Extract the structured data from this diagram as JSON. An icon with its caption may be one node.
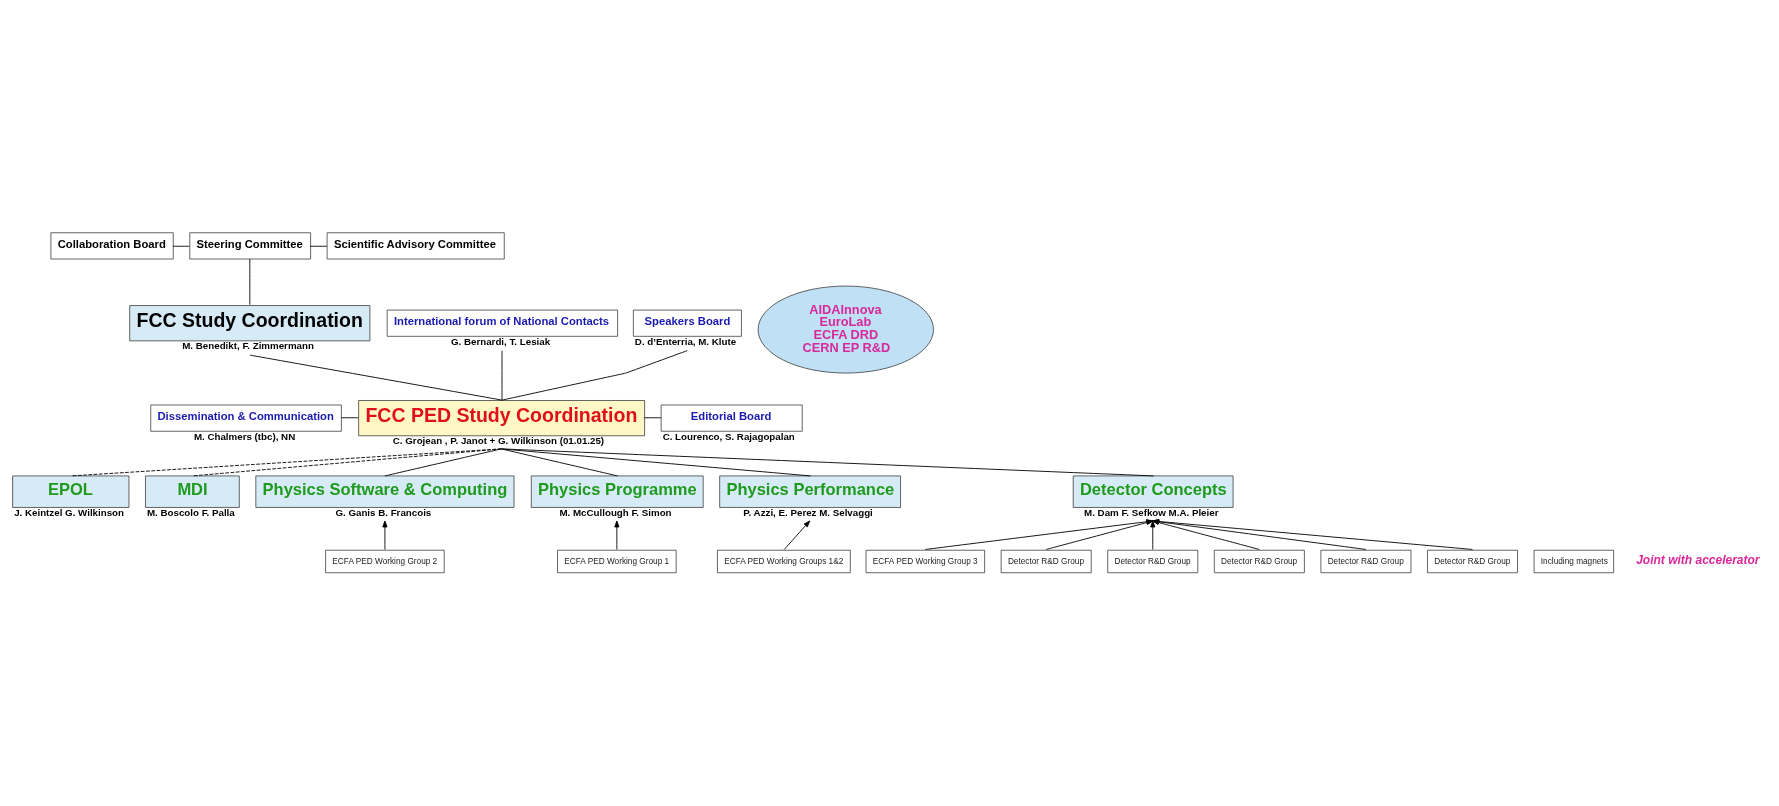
{
  "diagram": {
    "nodes": [
      {
        "text": [
          "Collaboration Board"
        ]
      },
      {
        "text": [
          "Steering Committee"
        ]
      },
      {
        "text": [
          "Scientific Advisory Committee"
        ]
      },
      {
        "text": [
          "FCC Study Coordination"
        ],
        "beside": [
          "M. Benedikt, F. Zimmermann"
        ]
      },
      {
        "text": [
          "International forum of National Contacts"
        ],
        "beside": [
          "G. Bernardi, T. Lesiak"
        ]
      },
      {
        "text": [
          "Dissemination & Communication"
        ],
        "beside": [
          "M. Chalmers (tbc), NN"
        ]
      },
      {
        "text": [
          "FCC PED Study Coordination"
        ],
        "beside": [
          "C. Grojean , P. Janot + G. Wilkinson (01.01.25)"
        ]
      },
      {
        "text": [
          "Speakers Board"
        ],
        "beside": [
          "D. d’Enterria, M. Klute"
        ]
      },
      {
        "text": [
          "Editorial Board"
        ],
        "beside": [
          "C. Lourenco, S. Rajagopalan"
        ]
      },
      {
        "text": [
          "AIDAInnova",
          "EuroLab",
          "ECFA DRD",
          "CERN EP R&D"
        ]
      },
      {
        "text": [
          "EPOL"
        ],
        "beside": [
          "J. Keintzel G. Wilkinson"
        ]
      },
      {
        "text": [
          "MDI"
        ],
        "beside": [
          "M. Boscolo F. Palla"
        ]
      },
      {
        "text": [
          "Physics Software & Computing"
        ],
        "beside": [
          "G. Ganis B. Francois"
        ]
      },
      {
        "text": [
          "Physics Programme"
        ],
        "beside": [
          "M. McCullough F. Simon"
        ]
      },
      {
        "text": [
          "Physics Performance"
        ],
        "beside": [
          "P. Azzi, E. Perez M. Selvaggi"
        ]
      },
      {
        "text": [
          "Detector Concepts"
        ],
        "beside": [
          "M. Dam F. Sefkow M.A. Pleier"
        ]
      },
      {
        "text": [
          "Including magnets"
        ]
      },
      {
        "text": [
          "Detector R&D Group"
        ]
      },
      {
        "text": [
          "Detector R&D Group"
        ]
      },
      {
        "text": [
          "Detector R&D Group"
        ]
      },
      {
        "text": [
          "Detector R&D Group"
        ]
      },
      {
        "text": [
          "Detector R&D Group"
        ]
      },
      {
        "text": [
          "ECFA PED Working Group 2"
        ]
      },
      {
        "text": [
          "ECFA PED Working Group 1"
        ]
      },
      {
        "text": [
          "ECFA PED Working Groups 1&2"
        ]
      },
      {
        "text": [
          "ECFA PED Working Group 3"
        ]
      }
    ],
    "edges": [
      {
        "from": 1,
        "to": 0,
        "arrow": "none"
      },
      {
        "from": 1,
        "to": 2,
        "arrow": "none"
      },
      {
        "from": 1,
        "to": 3,
        "arrow": "none"
      },
      {
        "from": 3,
        "to": 6,
        "arrow": "none"
      },
      {
        "from": 4,
        "to": 6,
        "arrow": "none"
      },
      {
        "from": 5,
        "to": 6,
        "arrow": "none"
      },
      {
        "from": 6,
        "to": 7,
        "arrow": "none"
      },
      {
        "from": 6,
        "to": 8,
        "arrow": "none"
      },
      {
        "from": 6,
        "to": 10,
        "arrow": "none",
        "style": "dashed"
      },
      {
        "from": 6,
        "to": 11,
        "arrow": "none",
        "style": "dashed"
      },
      {
        "from": 6,
        "to": 12,
        "arrow": "none"
      },
      {
        "from": 6,
        "to": 13,
        "arrow": "none"
      },
      {
        "from": 6,
        "to": 14,
        "arrow": "none"
      },
      {
        "from": 6,
        "to": 15,
        "arrow": "none"
      },
      {
        "from": 22,
        "to": 12,
        "arrow": "to"
      },
      {
        "from": 23,
        "to": 13,
        "arrow": "to"
      },
      {
        "from": 24,
        "to": 14,
        "arrow": "to"
      },
      {
        "from": 25,
        "to": 15,
        "arrow": "to"
      },
      {
        "from": 17,
        "to": 15,
        "arrow": "to"
      },
      {
        "from": 18,
        "to": 15,
        "arrow": "to"
      },
      {
        "from": 19,
        "to": 15,
        "arrow": "to"
      },
      {
        "from": 20,
        "to": 15,
        "arrow": "to"
      },
      {
        "from": 21,
        "to": 15,
        "arrow": "to"
      }
    ],
    "labels": [
      "Joint with accelerator"
    ]
  }
}
